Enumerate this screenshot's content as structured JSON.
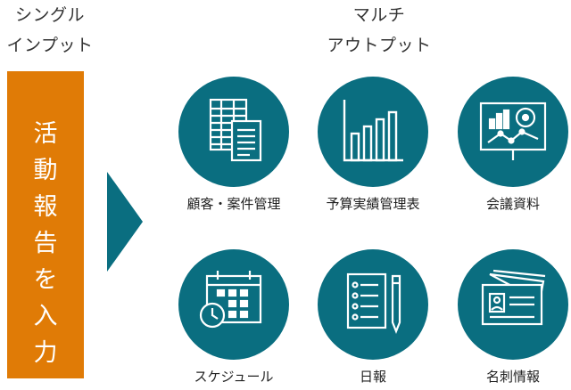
{
  "headers": {
    "single": "シングル\nインプット",
    "multi": "マルチ\nアウトプット"
  },
  "input_label": "活\n動\n報\n告\nを\n入\n力",
  "outputs": [
    {
      "label": "顧客・案件管理",
      "icon": "spreadsheet-document-icon"
    },
    {
      "label": "予算実績管理表",
      "icon": "bar-chart-icon"
    },
    {
      "label": "会議資料",
      "icon": "presentation-board-icon"
    },
    {
      "label": "スケジュール",
      "icon": "calendar-clock-icon"
    },
    {
      "label": "日報",
      "icon": "checklist-pen-icon"
    },
    {
      "label": "名刺情報",
      "icon": "business-card-icon"
    }
  ],
  "colors": {
    "input": "#e07b06",
    "arrow": "#0a6e80",
    "circle": "#0a6e80"
  }
}
